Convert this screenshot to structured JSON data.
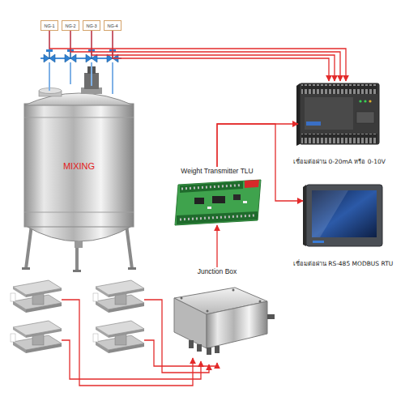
{
  "diagram": {
    "nodes": [
      {
        "text": [
          "NG-1"
        ]
      },
      {
        "text": [
          "NG-2"
        ]
      },
      {
        "text": [
          "NG-3"
        ]
      },
      {
        "text": [
          "NG-4"
        ]
      },
      {
        "text": [
          "MIXING"
        ]
      },
      {
        "text": [
          "เชื่อมต่อผ่าน 0-20mA หรือ 0-10V"
        ]
      },
      {
        "text": [
          "Weight Transmitter TLU"
        ]
      },
      {
        "text": [
          "เชื่อมต่อผ่าน RS-485 MODBUS RTU"
        ]
      },
      {
        "text": [
          "Junction Box"
        ]
      }
    ],
    "edges": [
      {
        "from": 0,
        "to": 5,
        "arrow": "to"
      },
      {
        "from": 1,
        "to": 5,
        "arrow": "to"
      },
      {
        "from": 2,
        "to": 5,
        "arrow": "to"
      },
      {
        "from": 3,
        "to": 5,
        "arrow": "to"
      },
      {
        "from": 8,
        "to": 6,
        "arrow": "to"
      },
      {
        "from": 6,
        "to": 5,
        "arrow": "to"
      },
      {
        "from": 6,
        "to": 7,
        "arrow": "to"
      }
    ]
  }
}
